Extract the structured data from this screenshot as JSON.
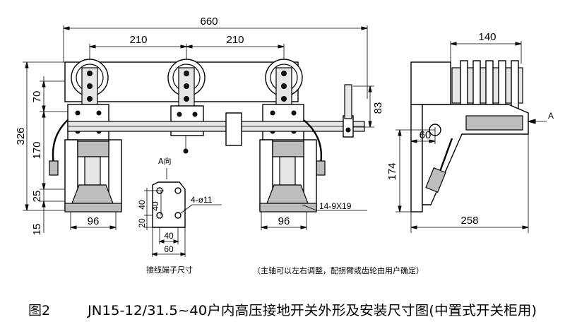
{
  "front_view": {
    "dims": {
      "overall_width": "660",
      "pitch_left": "210",
      "pitch_right": "210",
      "height_total": "326",
      "height_upper": "70",
      "height_middle": "170",
      "height_lower": "25",
      "height_base": "15",
      "shaft_offset": "83",
      "base_left": "96",
      "base_right": "96"
    },
    "hole_note": "14-9X19"
  },
  "detail_a": {
    "title": "A向",
    "dims": {
      "vert_upper": "40",
      "vert_lower": "20",
      "vert_side": "40",
      "horiz_inner": "40",
      "horiz_outer": "60"
    },
    "hole_note": "4-ø11",
    "caption": "接线端子尺寸"
  },
  "side_view": {
    "dims": {
      "top_width": "140",
      "shaft_height": "60",
      "lower_height": "174",
      "bottom_width": "258"
    },
    "view_marker": "A"
  },
  "note": "（主轴可以左右调整，配拐臂或齿轮由用户确定）",
  "caption": {
    "figure": "图2",
    "title": "JN15-12/31.5~40户内高压接地开关外形及安装尺寸图(中置式开关柜用)"
  }
}
